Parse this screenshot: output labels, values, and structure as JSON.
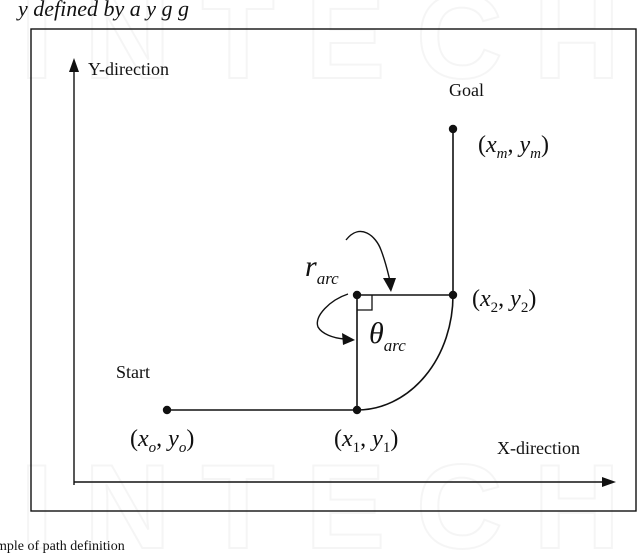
{
  "diagram": {
    "caption_top": "y defined by a  y   g   g",
    "caption_bottom": "mple of path definition",
    "axes": {
      "x_label": "X-direction",
      "y_label": "Y-direction"
    },
    "points": {
      "start_label": "Start",
      "goal_label": "Goal",
      "start_coord": "(x_o, y_o)",
      "p1_coord": "(x_1, y_1)",
      "p2_coord": "(x_2, y_2)",
      "goal_coord": "(x_m, y_m)"
    },
    "symbols": {
      "radius": "r_arc",
      "angle": "θ_arc"
    }
  },
  "watermark": "INTECH"
}
